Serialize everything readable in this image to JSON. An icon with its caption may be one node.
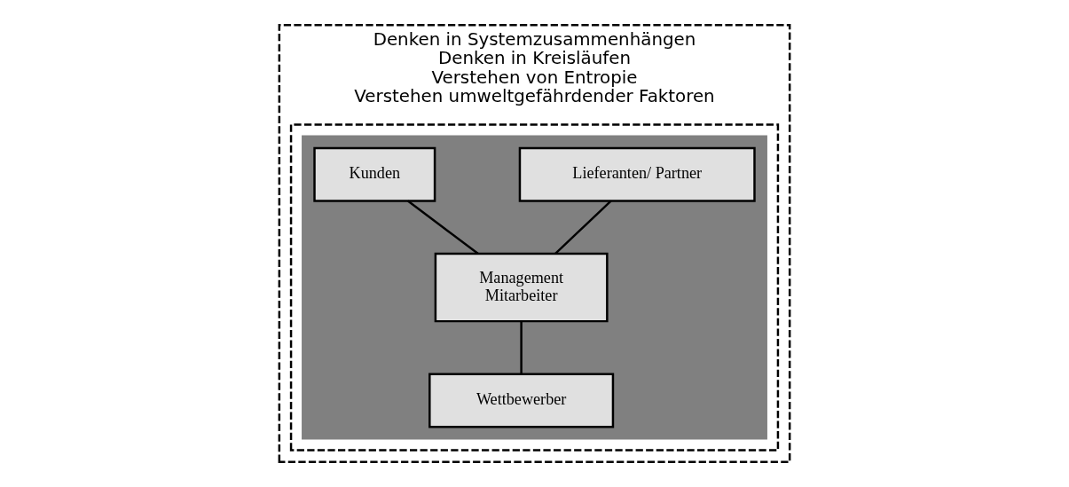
{
  "diagram": {
    "nodes": [
      {
        "text": [
          "Denken in Systemzusammenhängen",
          "Denken in Kreisläufen",
          "Verstehen von Entropie",
          "Verstehen umweltgefährdender Faktoren"
        ]
      },
      {
        "text": [],
        "shape": "box",
        "in": 0
      },
      {
        "text": [],
        "shape": "triangle",
        "in": 1
      },
      {
        "text": [
          "Lieferanten/ Partner"
        ],
        "in": 2
      },
      {
        "text": [
          "Kunden"
        ],
        "in": 2
      },
      {
        "text": [
          "Management",
          "Mitarbeiter"
        ],
        "in": 2
      },
      {
        "text": [
          "Wettbewerber"
        ],
        "in": 2
      }
    ],
    "edges": [
      {
        "from": 3,
        "to": 5,
        "arrow": "none"
      },
      {
        "from": 4,
        "to": 5,
        "arrow": "none"
      },
      {
        "from": 5,
        "to": 6,
        "arrow": "none"
      }
    ]
  }
}
